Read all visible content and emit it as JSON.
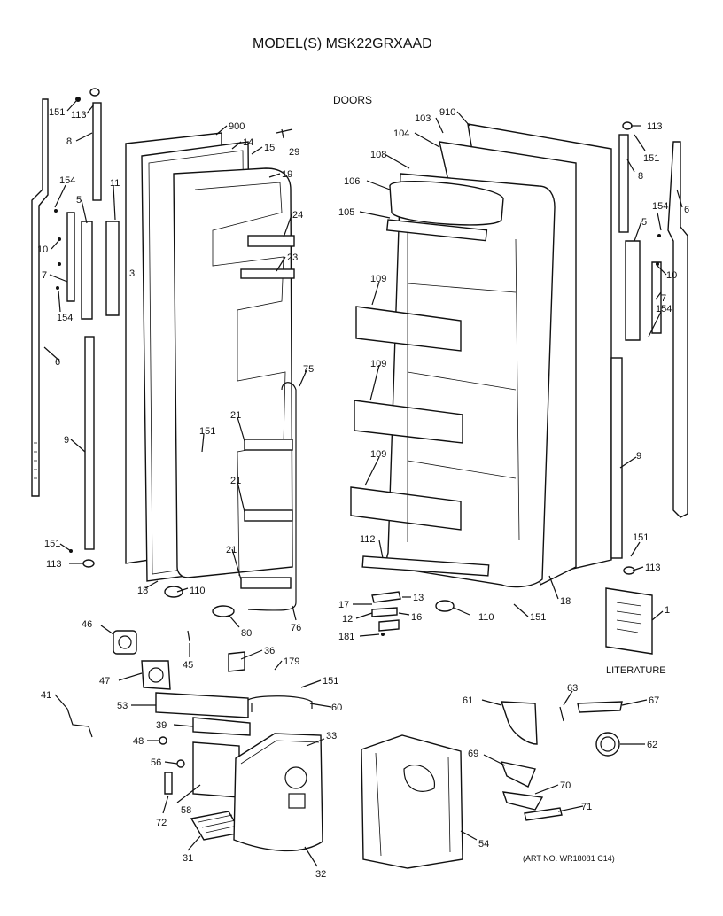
{
  "header": {
    "model": "MODEL(S) MSK22GRXAAD",
    "section": "DOORS"
  },
  "literature_label": "LITERATURE",
  "art_number": "(ART NO. WR18081 C14)",
  "callouts": {
    "c151a": "151",
    "c113a": "113",
    "c8a": "8",
    "c154a": "154",
    "c5a": "5",
    "c11": "11",
    "c10a": "10",
    "c3": "3",
    "c7a": "7",
    "c154b": "154",
    "c6a": "6",
    "c9a": "9",
    "c151b": "151",
    "c113b": "113",
    "c900": "900",
    "c14": "14",
    "c15": "15",
    "c29": "29",
    "c19": "19",
    "c24": "24",
    "c23": "23",
    "c75": "75",
    "c151c": "151",
    "c21a": "21",
    "c21b": "21",
    "c21c": "21",
    "c18a": "18",
    "c110a": "110",
    "c80": "80",
    "c76": "76",
    "c103": "103",
    "c910": "910",
    "c104": "104",
    "c108": "108",
    "c106": "106",
    "c105": "105",
    "c109a": "109",
    "c109b": "109",
    "c109c": "109",
    "c112": "112",
    "c13": "13",
    "c17": "17",
    "c16": "16",
    "c12": "12",
    "c181": "181",
    "c110b": "110",
    "c151d": "151",
    "c18b": "18",
    "c113c": "113",
    "c8b": "8",
    "c151e": "151",
    "c6b": "6",
    "c154c": "154",
    "c5b": "5",
    "c10b": "10",
    "c7b": "7",
    "c154d": "154",
    "c9b": "9",
    "c151f": "151",
    "c113d": "113",
    "c1": "1",
    "c46": "46",
    "c45": "45",
    "c36": "36",
    "c179": "179",
    "c47": "47",
    "c151g": "151",
    "c41": "41",
    "c53": "53",
    "c60": "60",
    "c39": "39",
    "c33": "33",
    "c48": "48",
    "c56": "56",
    "c58": "58",
    "c72": "72",
    "c31": "31",
    "c32": "32",
    "c54": "54",
    "c61": "61",
    "c63": "63",
    "c67": "67",
    "c62": "62",
    "c69": "69",
    "c70": "70",
    "c71": "71"
  }
}
